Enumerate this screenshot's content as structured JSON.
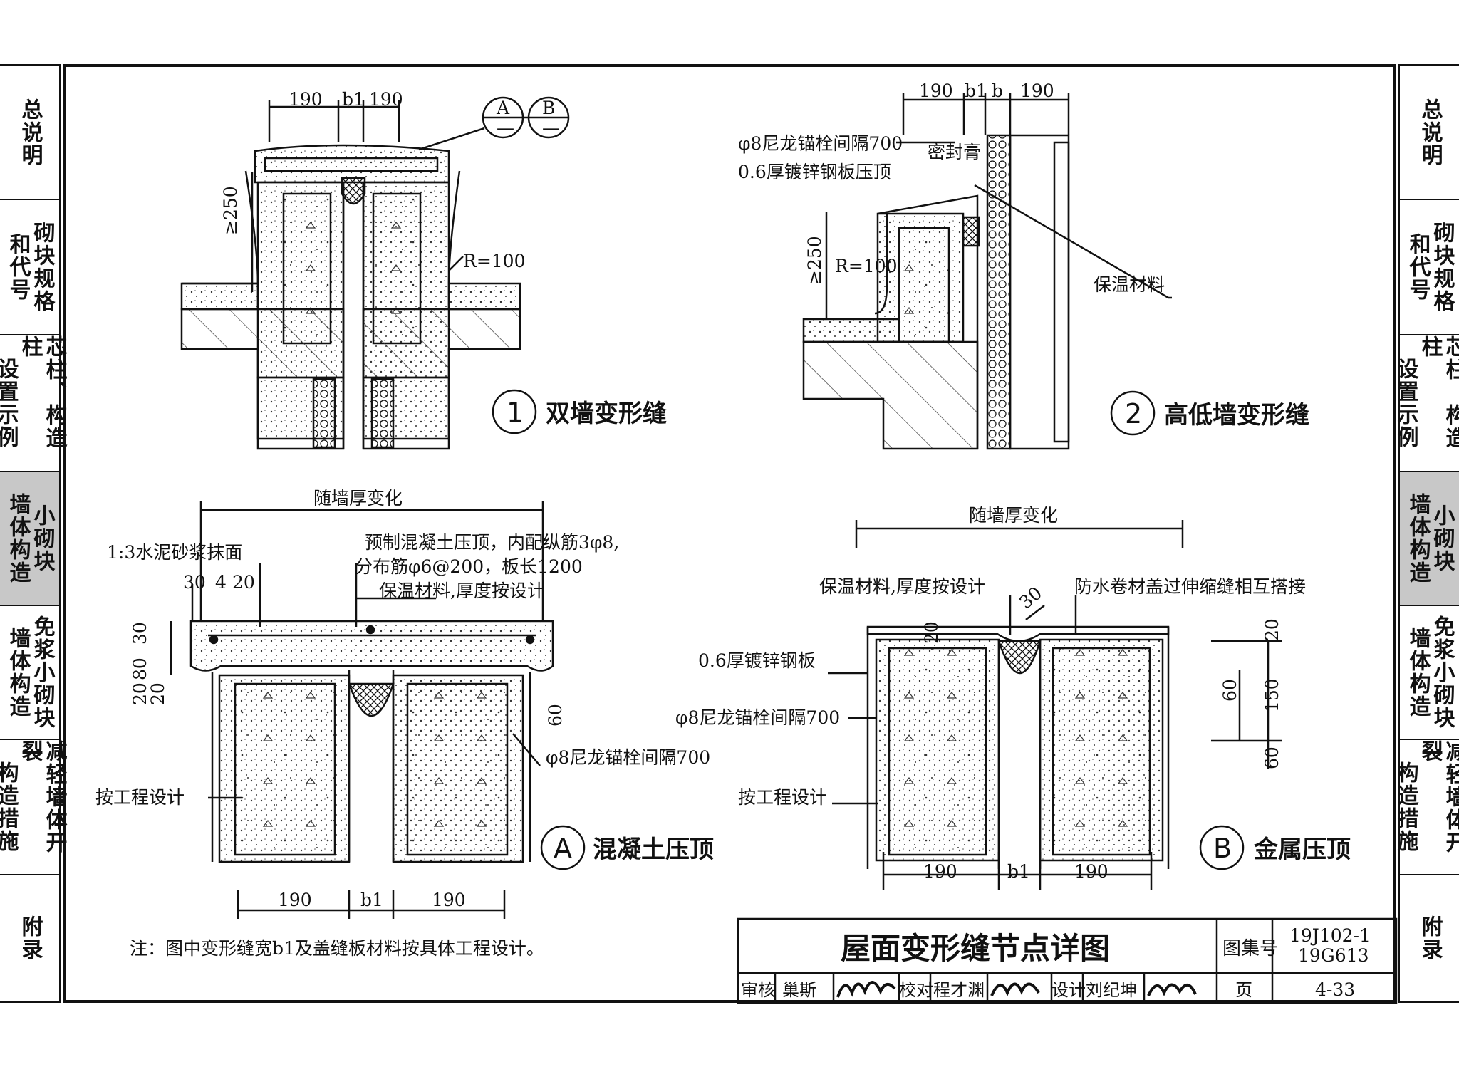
{
  "sidebar": {
    "items": [
      {
        "col1": "总说明",
        "col2": ""
      },
      {
        "col1": "砌块规格",
        "col2": "和代号"
      },
      {
        "col1": "芯柱、构造柱",
        "col2": "设置示例"
      },
      {
        "col1": "小砌块",
        "col2": "墙体构造"
      },
      {
        "col1": "免浆小砌块",
        "col2": "墙体构造"
      },
      {
        "col1": "减轻墙体开裂",
        "col2": "构造措施"
      },
      {
        "col1": "附录",
        "col2": ""
      }
    ],
    "active_index": 3
  },
  "detail1": {
    "num": "1",
    "title": "双墙变形缝",
    "dims": [
      "190",
      "b1",
      "190"
    ],
    "min_height": "≥250",
    "radius": "R=100",
    "ref_a": "A",
    "ref_b": "B",
    "ref_dash": "—"
  },
  "detail2": {
    "num": "2",
    "title": "高低墙变形缝",
    "dims": [
      "190",
      "b1",
      "b",
      "190"
    ],
    "anchor": "φ8尼龙锚栓间隔700",
    "sealant": "密封膏",
    "steel_cap": "0.6厚镀锌钢板压顶",
    "min_height": "≥250",
    "radius": "R=100",
    "insulation": "保温材料"
  },
  "detailA": {
    "num": "A",
    "title": "混凝土压顶",
    "span_note": "随墙厚变化",
    "mortar": "1:3水泥砂浆抹面",
    "precast": "预制混凝土压顶，内配纵筋3φ8,",
    "rebar": "分布筋φ6@200，板长1200",
    "insulation": "保温材料,厚度按设计",
    "dims_top": [
      "30",
      "4",
      "20"
    ],
    "dims_left": [
      "30",
      "80",
      "20",
      "20"
    ],
    "dim_60": "60",
    "anchor": "φ8尼龙锚栓间隔700",
    "per_design": "按工程设计",
    "dims_bottom": [
      "190",
      "b1",
      "190"
    ]
  },
  "detailB": {
    "num": "B",
    "title": "金属压顶",
    "span_note": "随墙厚变化",
    "insulation": "保温材料,厚度按设计",
    "membrane": "防水卷材盖过伸缩缝相互搭接",
    "dim_30": "30",
    "dim_20": "20",
    "steel": "0.6厚镀锌钢板",
    "anchor": "φ8尼龙锚栓间隔700",
    "per_design": "按工程设计",
    "dims_right": [
      "20",
      "60",
      "150",
      "60"
    ],
    "dims_bottom": [
      "190",
      "b1",
      "190"
    ]
  },
  "note": "注：图中变形缝宽b1及盖缝板材料按具体工程设计。",
  "titleblock": {
    "title": "屋面变形缝节点详图",
    "atlas_label": "图集号",
    "atlas_no_1": "19J102-1",
    "atlas_no_2": "19G613",
    "review_label": "审核",
    "reviewer": "巢斯",
    "check_label": "校对",
    "checker": "程才渊",
    "design_label": "设计",
    "designer": "刘纪坤",
    "page_label": "页",
    "page_no": "4-33"
  }
}
